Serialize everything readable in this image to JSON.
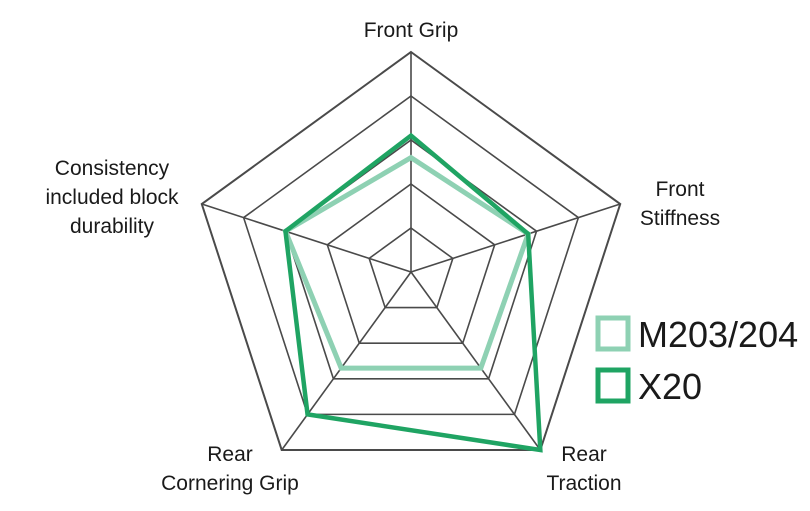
{
  "chart_data": {
    "type": "radar",
    "axes": [
      {
        "label_lines": [
          "Front Grip"
        ]
      },
      {
        "label_lines": [
          "Front",
          "Stiffness"
        ]
      },
      {
        "label_lines": [
          "Rear",
          "Traction"
        ]
      },
      {
        "label_lines": [
          "Rear",
          "Cornering Grip"
        ]
      },
      {
        "label_lines": [
          "Consistency",
          "included block",
          "durability"
        ]
      }
    ],
    "categories": [
      "Front Grip",
      "Front Stiffness",
      "Rear Traction",
      "Rear Cornering Grip",
      "Consistency included block durability"
    ],
    "range": [
      0,
      5
    ],
    "rings": 5,
    "series": [
      {
        "name": "M203/204",
        "color": "#8ed1b3",
        "values": [
          2.6,
          2.8,
          2.7,
          2.7,
          3.0
        ]
      },
      {
        "name": "X20",
        "color": "#1fa463",
        "values": [
          3.1,
          2.8,
          5.0,
          4.0,
          3.0
        ]
      }
    ],
    "legend": "right",
    "grid_color": "#4a4a4a"
  }
}
